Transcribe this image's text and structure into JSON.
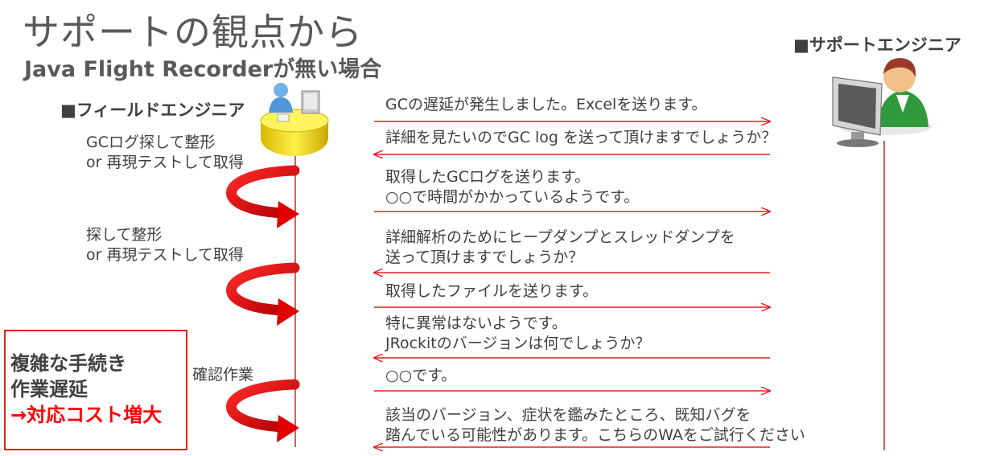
{
  "title": "サポートの観点から",
  "subtitle": "Java Flight Recorderが無い場合",
  "actors": {
    "field": "■フィールドエンジニア",
    "support": "■サポートエンジニア"
  },
  "notes": [
    {
      "lines": [
        "GCログ探して整形",
        "or 再現テストして取得"
      ]
    },
    {
      "lines": [
        "探して整形",
        "or 再現テストして取得"
      ]
    },
    {
      "lines": [
        "確認作業"
      ]
    }
  ],
  "messages": [
    {
      "direction": "right",
      "lines": [
        "GCの遅延が発生しました。Excelを送ります。"
      ]
    },
    {
      "direction": "left",
      "lines": [
        "詳細を見たいのでGC log を送って頂けますでしょうか？"
      ]
    },
    {
      "direction": "right",
      "lines": [
        "取得したGCログを送ります。",
        "○○で時間がかかっているようです。"
      ]
    },
    {
      "direction": "left",
      "lines": [
        "詳細解析のためにヒープダンプとスレッドダンプを",
        "送って頂けますでしょうか？"
      ]
    },
    {
      "direction": "right",
      "lines": [
        "取得したファイルを送ります。"
      ]
    },
    {
      "direction": "left",
      "lines": [
        "特に異常はないようです。",
        "JRockitのバージョンは何でしょうか？"
      ]
    },
    {
      "direction": "right",
      "lines": [
        "○○です。"
      ]
    },
    {
      "direction": "left",
      "lines": [
        "該当のバージョン、症状を鑑みたところ、既知バグを",
        "踏んでいる可能性があります。こちらのWAをご試行ください"
      ]
    }
  ],
  "cost_box": {
    "line1": "複雑な手続き",
    "line2": "作業遅延",
    "line3": "→対応コスト増大"
  },
  "colors": {
    "arrow": "#e0201d",
    "lifeline": "#e0201d",
    "loop_arrow": "#e00000",
    "cost_highlight": "#ff0000"
  },
  "icons": {
    "field_engineer": "person-at-desk-icon",
    "support_engineer": "person-at-computer-icon",
    "loop": "curved-loop-arrow-icon"
  }
}
